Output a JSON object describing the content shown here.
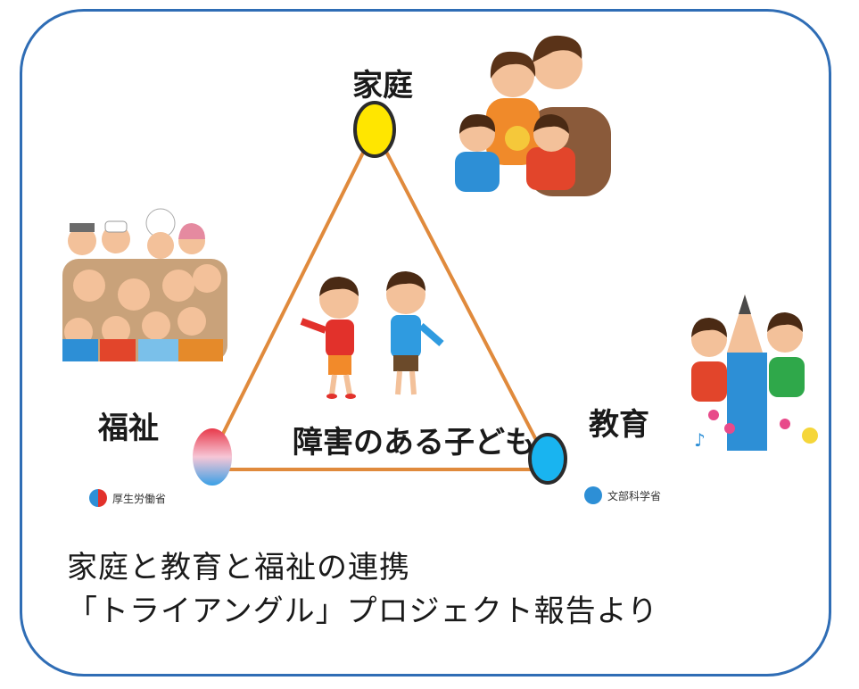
{
  "nodes": {
    "family": "家庭",
    "welfare": "福祉",
    "education": "教育"
  },
  "center_label": "障害のある子ども",
  "logos": {
    "welfare_ministry": "厚生労働省",
    "education_ministry": "文部科学省"
  },
  "caption": {
    "line1": "家庭と教育と福祉の連携",
    "line2": "「トライアングル」プロジェクト報告より"
  },
  "colors": {
    "frame": "#2f6db5",
    "edges": "#e08a3c",
    "family_node": "#ffe600",
    "welfare_node": "#e85a6a",
    "education_node": "#19b4f0"
  }
}
